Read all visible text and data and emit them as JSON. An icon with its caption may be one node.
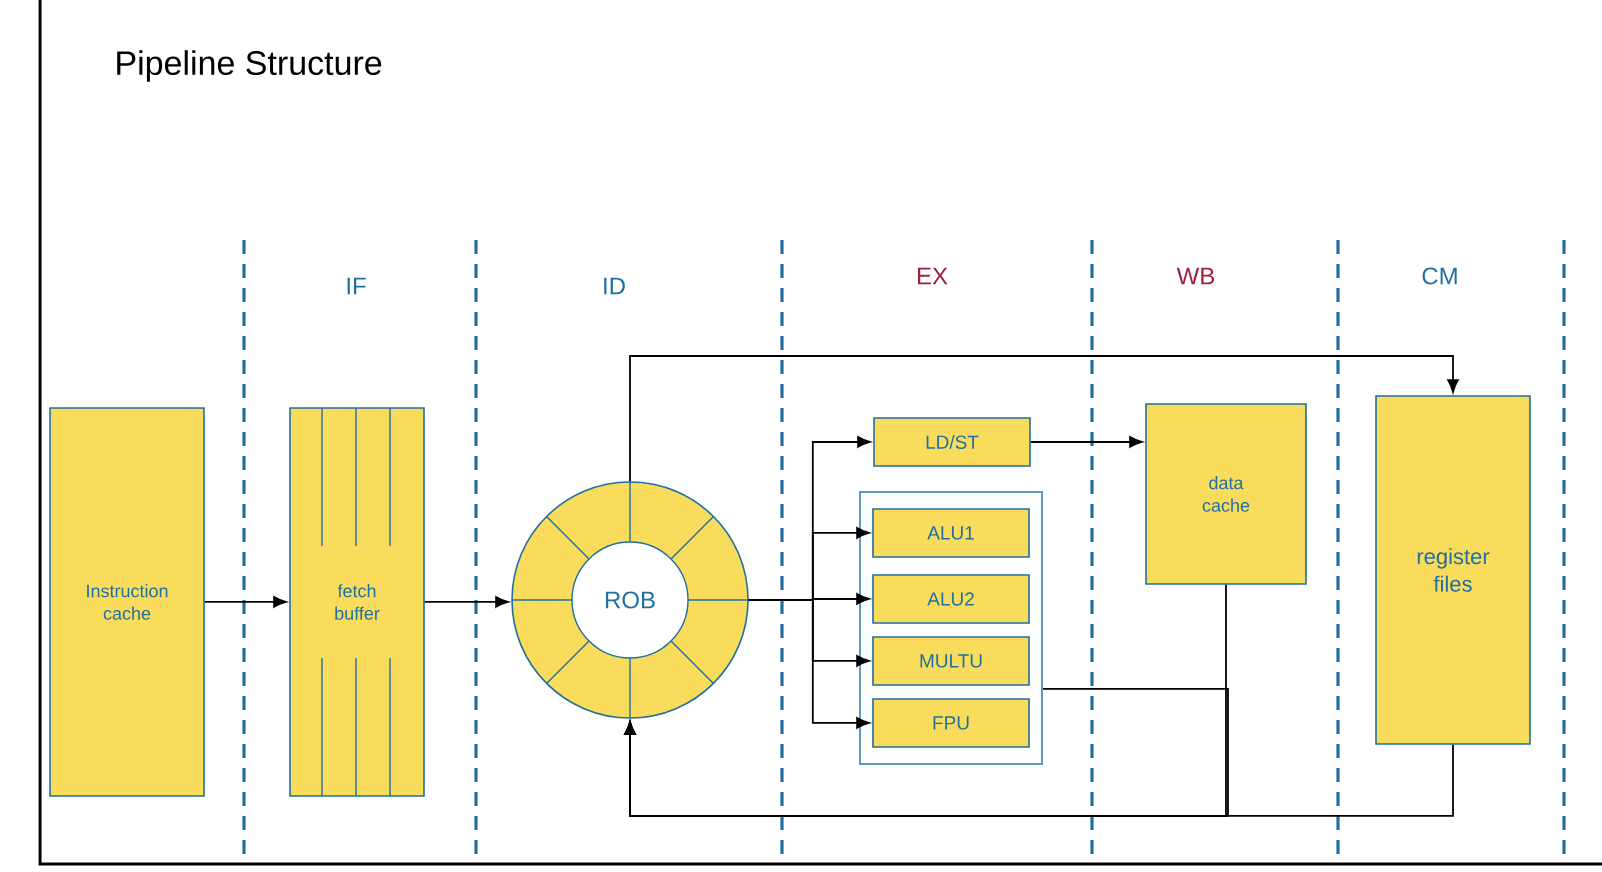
{
  "diagram": {
    "title": "Pipeline Structure",
    "nodes": [
      {
        "text": [
          "Instruction cache"
        ]
      },
      {
        "text": [
          "fetch buffer"
        ]
      },
      {
        "text": [
          "ROB"
        ]
      },
      {
        "text": [
          "LD/ST"
        ]
      },
      {
        "text": [],
        "shape": "box"
      },
      {
        "text": [
          "ALU1"
        ],
        "in": 4
      },
      {
        "text": [
          "ALU2"
        ],
        "in": 4
      },
      {
        "text": [
          "MULTU"
        ],
        "in": 4
      },
      {
        "text": [
          "FPU"
        ],
        "in": 4
      },
      {
        "text": [
          "data cache"
        ]
      },
      {
        "text": [
          "register files"
        ]
      }
    ],
    "edges": [
      {
        "from": 0,
        "to": 1,
        "arrow": "to"
      },
      {
        "from": 1,
        "to": 2,
        "arrow": "to"
      },
      {
        "from": 2,
        "to": 3,
        "arrow": "to"
      },
      {
        "from": 2,
        "to": 5,
        "arrow": "to"
      },
      {
        "from": 2,
        "to": 6,
        "arrow": "to"
      },
      {
        "from": 2,
        "to": 7,
        "arrow": "to"
      },
      {
        "from": 2,
        "to": 8,
        "arrow": "to"
      },
      {
        "from": 3,
        "to": 9,
        "arrow": "to"
      },
      {
        "from": 2,
        "to": 10,
        "arrow": "to"
      },
      {
        "from": 9,
        "to": 2,
        "arrow": "to"
      },
      {
        "from": 4,
        "to": 2,
        "arrow": "to"
      },
      {
        "from": 10,
        "to": 2,
        "arrow": "to"
      }
    ],
    "labels": [
      "IF",
      "ID",
      "EX",
      "WB",
      "CM"
    ]
  }
}
